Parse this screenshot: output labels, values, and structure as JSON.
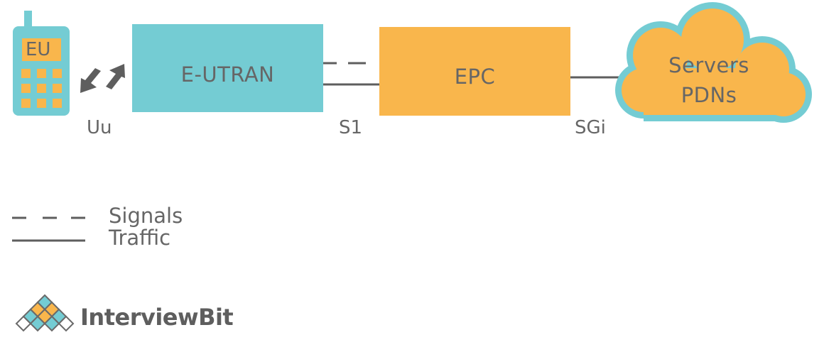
{
  "nodes": {
    "ue": {
      "label": "EU"
    },
    "eutran": {
      "label": "E-UTRAN"
    },
    "epc": {
      "label": "EPC"
    },
    "cloud": {
      "line1": "Servers",
      "line2": "PDNs"
    }
  },
  "interfaces": {
    "uu": "Uu",
    "s1": "S1",
    "sgi": "SGi"
  },
  "legend": {
    "signals": "Signals",
    "traffic": "Traffic"
  },
  "brand": {
    "name": "InterviewBit"
  },
  "colors": {
    "teal": "#74CCD3",
    "orange": "#F9B64C",
    "gray": "#666666",
    "line": "#5E5E5E"
  }
}
